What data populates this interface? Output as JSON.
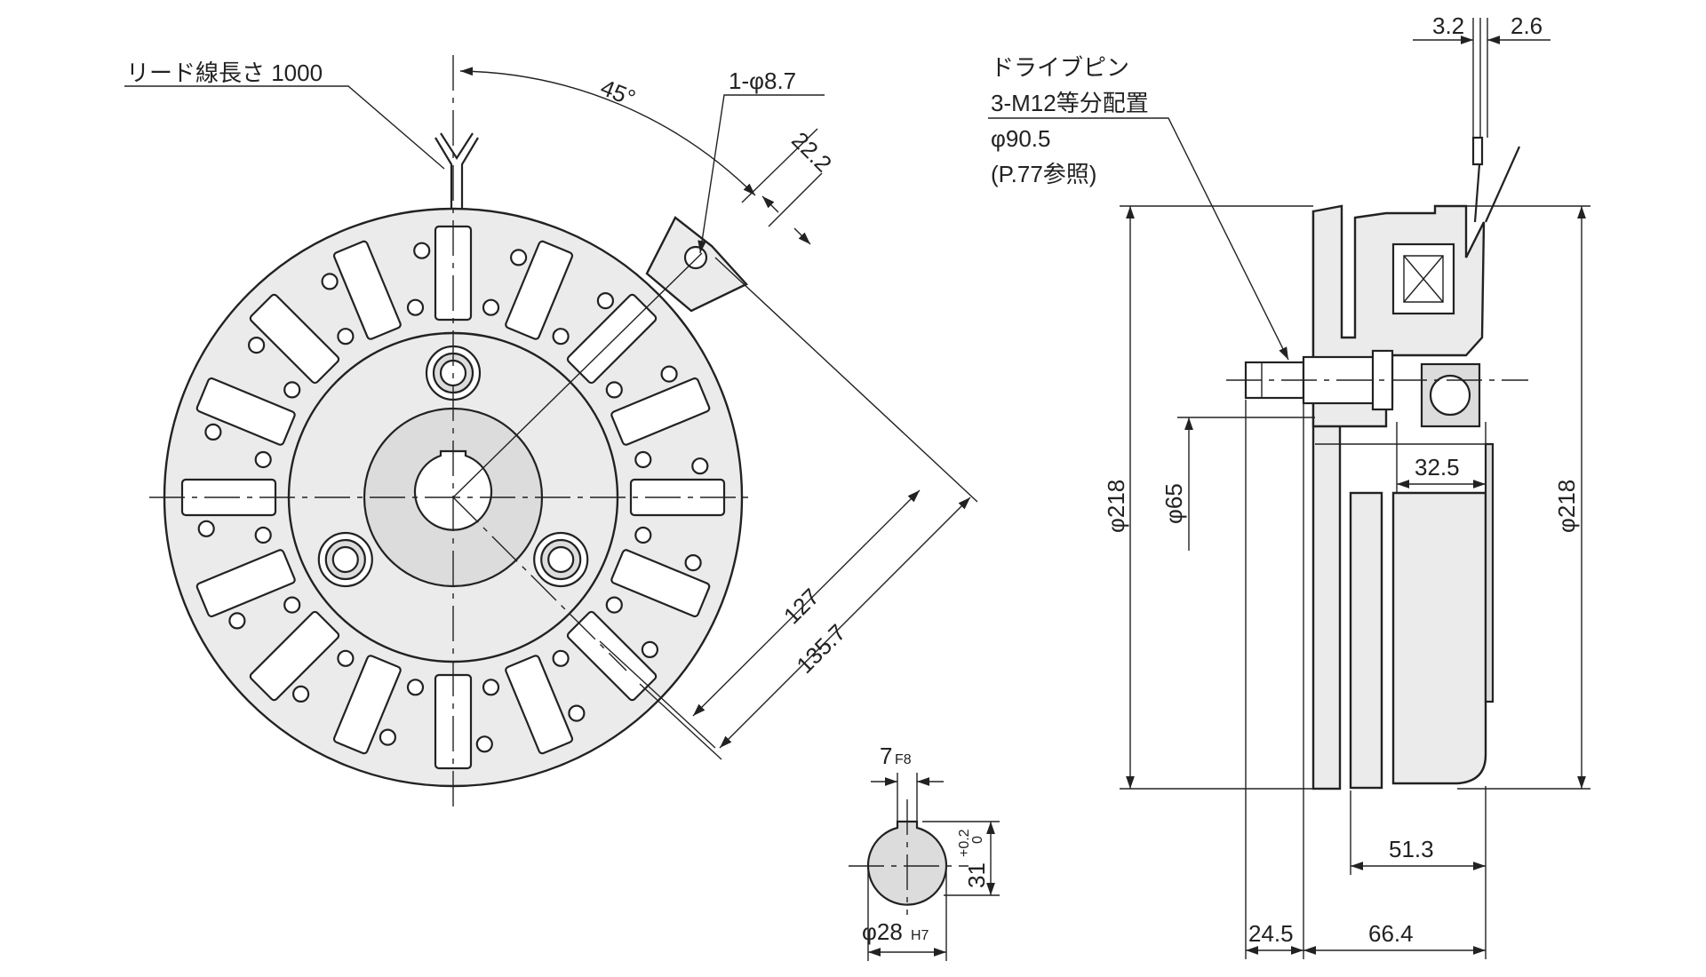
{
  "front_view": {
    "lead_wire": "リード線長さ 1000",
    "angle": "45°",
    "hole": "1-φ8.7",
    "offset": "22.2",
    "dim_127": "127",
    "dim_135_7": "135.7"
  },
  "keyway_view": {
    "key_width": "7",
    "key_width_tol": "F8",
    "key_depth": "31",
    "key_depth_tol_upper": "+0.2",
    "key_depth_tol_lower": "0",
    "bore": "φ28",
    "bore_tol": "H7"
  },
  "side_view": {
    "drive_pin_title": "ドライブピン",
    "drive_pin_spec": "3-M12等分配置",
    "drive_pin_pcd": "φ90.5",
    "drive_pin_ref": "(P.77参照)",
    "dim_3_2": "3.2",
    "dim_2_6": "2.6",
    "dia_left": "φ218",
    "dia_65": "φ65",
    "dia_right": "φ218",
    "dim_32_5": "32.5",
    "dim_51_3": "51.3",
    "dim_24_5": "24.5",
    "dim_66_4": "66.4"
  }
}
